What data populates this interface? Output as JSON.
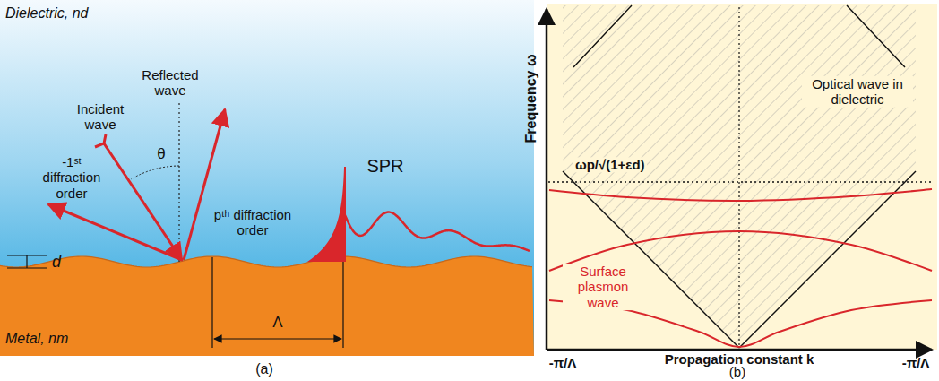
{
  "diagram": {
    "labels": [
      "Dielectric, nd",
      "Incident wave",
      "Reflected wave",
      "θ",
      "-1ˢᵗ diffraction order",
      "pᵗʰ diffraction order",
      "d",
      "Λ",
      "SPR",
      "Metal, nm",
      "(a)",
      "Frequency ω",
      "Optical wave in dielectric",
      "ωp/√(1+εd)",
      "Surface plasmon wave",
      "Propagation constant k",
      "-π/Λ",
      "-π/Λ",
      "(b)"
    ]
  }
}
